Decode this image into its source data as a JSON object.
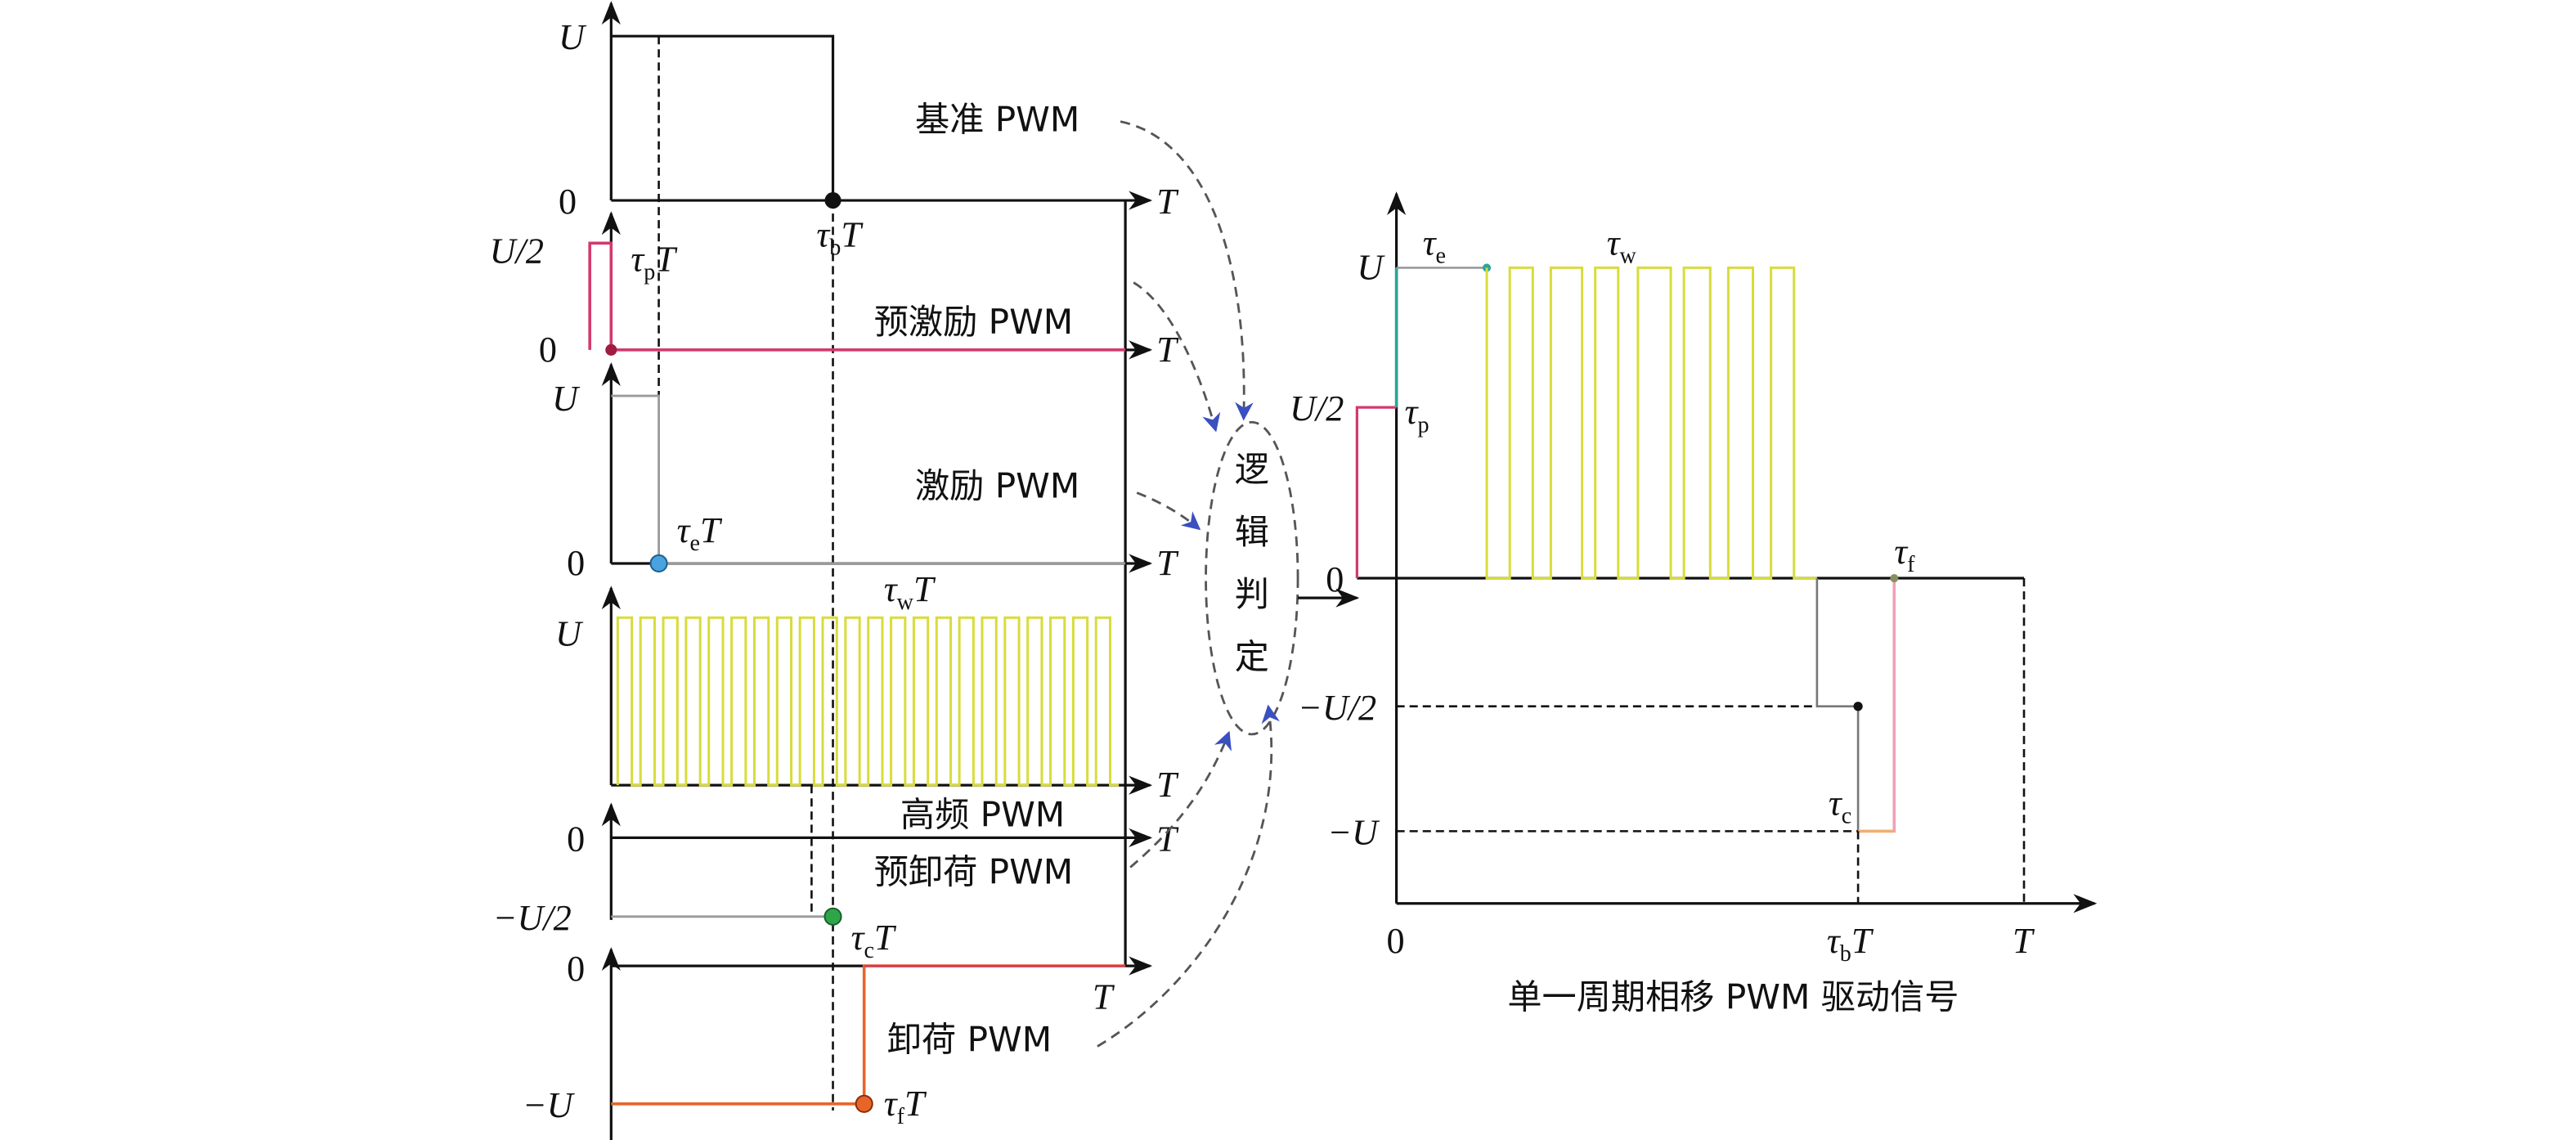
{
  "colors": {
    "axis": "#111111",
    "pre_excite": "#d23a6e",
    "excite": "#9a9a9a",
    "hf": "#d8dc3c",
    "hf_top": "#e8a060",
    "discharge": "#e8652a",
    "dot_base": "#111111",
    "dot_excite": "#4aa3df",
    "dot_pre_discharge": "#2fa54a",
    "dot_discharge": "#e8652a",
    "teal": "#2aa59a",
    "arrow_head": "#3a4fc0"
  },
  "left": {
    "u": "U",
    "zero": "0",
    "u_half": "U/2",
    "neg_u_half": "−U/2",
    "neg_u": "−U",
    "t": "T",
    "tau": "τ",
    "tau_b": {
      "sub": "b",
      "tail": "T"
    },
    "tau_p": {
      "sub": "p",
      "tail": "T"
    },
    "tau_e": {
      "sub": "e",
      "tail": "T"
    },
    "tau_w": {
      "sub": "w",
      "tail": "T"
    },
    "tau_c": {
      "sub": "c",
      "tail": "T"
    },
    "tau_f": {
      "sub": "f",
      "tail": "T"
    },
    "signals": [
      "基准 PWM",
      "预激励 PWM",
      "激励 PWM",
      "高频 PWM",
      "预卸荷 PWM",
      "卸荷 PWM"
    ]
  },
  "logic_block": [
    "逻",
    "辑",
    "判",
    "定"
  ],
  "right": {
    "u": "U",
    "u_half": "U/2",
    "zero": "0",
    "neg_u_half": "−U/2",
    "neg_u": "−U",
    "origin": "0",
    "t": "T",
    "tau": "τ",
    "tau_e": "e",
    "tau_w": "w",
    "tau_p": "p",
    "tau_f": "f",
    "tau_c": "c",
    "tau_b": {
      "sub": "b",
      "tail": "T"
    },
    "title": "单一周期相移 PWM 驱动信号"
  }
}
